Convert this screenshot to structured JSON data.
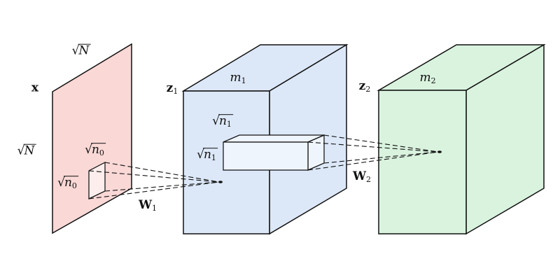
{
  "colors": {
    "background": "#ffffff",
    "stroke": "#111111",
    "plane_fill": "#f9d8d6",
    "patch_fill": "#fdeeed",
    "layer1_fill": "#dce8f8",
    "subvolume_fill": "#eff5fd",
    "layer2_fill": "#d9f3de"
  },
  "labels": {
    "radical": "√",
    "input_name": "x",
    "sqrtN_top": "N",
    "sqrtN_left": "N",
    "sqrtn0_top": {
      "base": "n",
      "sub": "0"
    },
    "sqrtn0_left": {
      "base": "n",
      "sub": "0"
    },
    "w1": {
      "base": "W",
      "sub": "1"
    },
    "z1": {
      "base": "z",
      "sub": "1"
    },
    "m1": {
      "base": "m",
      "sub": "1"
    },
    "sqrtn1_upper": {
      "base": "n",
      "sub": "1"
    },
    "sqrtn1_lower": {
      "base": "n",
      "sub": "1"
    },
    "w2": {
      "base": "W",
      "sub": "2"
    },
    "z2": {
      "base": "z",
      "sub": "2"
    },
    "m2": {
      "base": "m",
      "sub": "2"
    }
  }
}
